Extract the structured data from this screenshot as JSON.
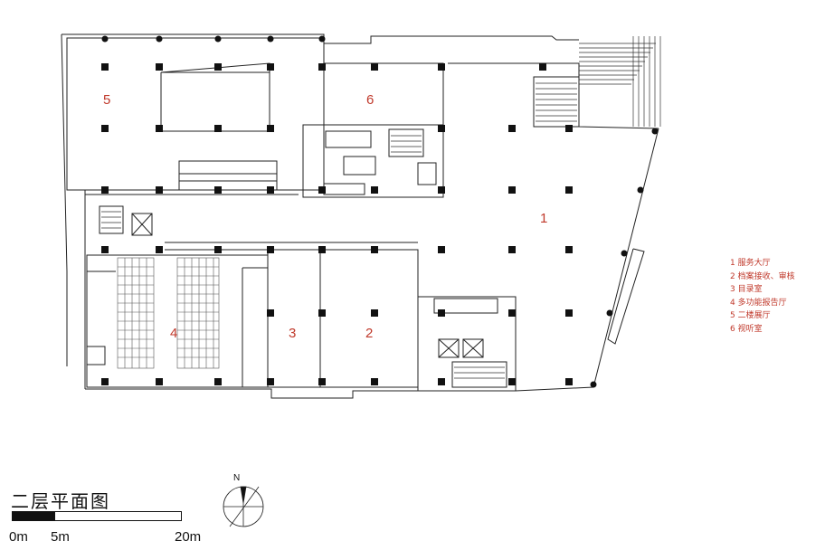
{
  "drawing_title": "二层平面图",
  "rooms": [
    {
      "id": "1"
    },
    {
      "id": "2"
    },
    {
      "id": "3"
    },
    {
      "id": "4"
    },
    {
      "id": "5"
    },
    {
      "id": "6"
    }
  ],
  "room_labels": {
    "r1": "1",
    "r2": "2",
    "r3": "3",
    "r4": "4",
    "r5": "5",
    "r6": "6"
  },
  "legend": [
    "1 服务大厅",
    "2 档案接收、审核",
    "3 目录室",
    "4 多功能报告厅",
    "5 二楼展厅",
    "6 视听室"
  ],
  "scale": {
    "label_0": "0m",
    "label_5": "5m",
    "label_20": "20m"
  },
  "north_label": "N",
  "colors": {
    "label_red": "#c0392b",
    "line": "#222222",
    "column": "#111111"
  }
}
